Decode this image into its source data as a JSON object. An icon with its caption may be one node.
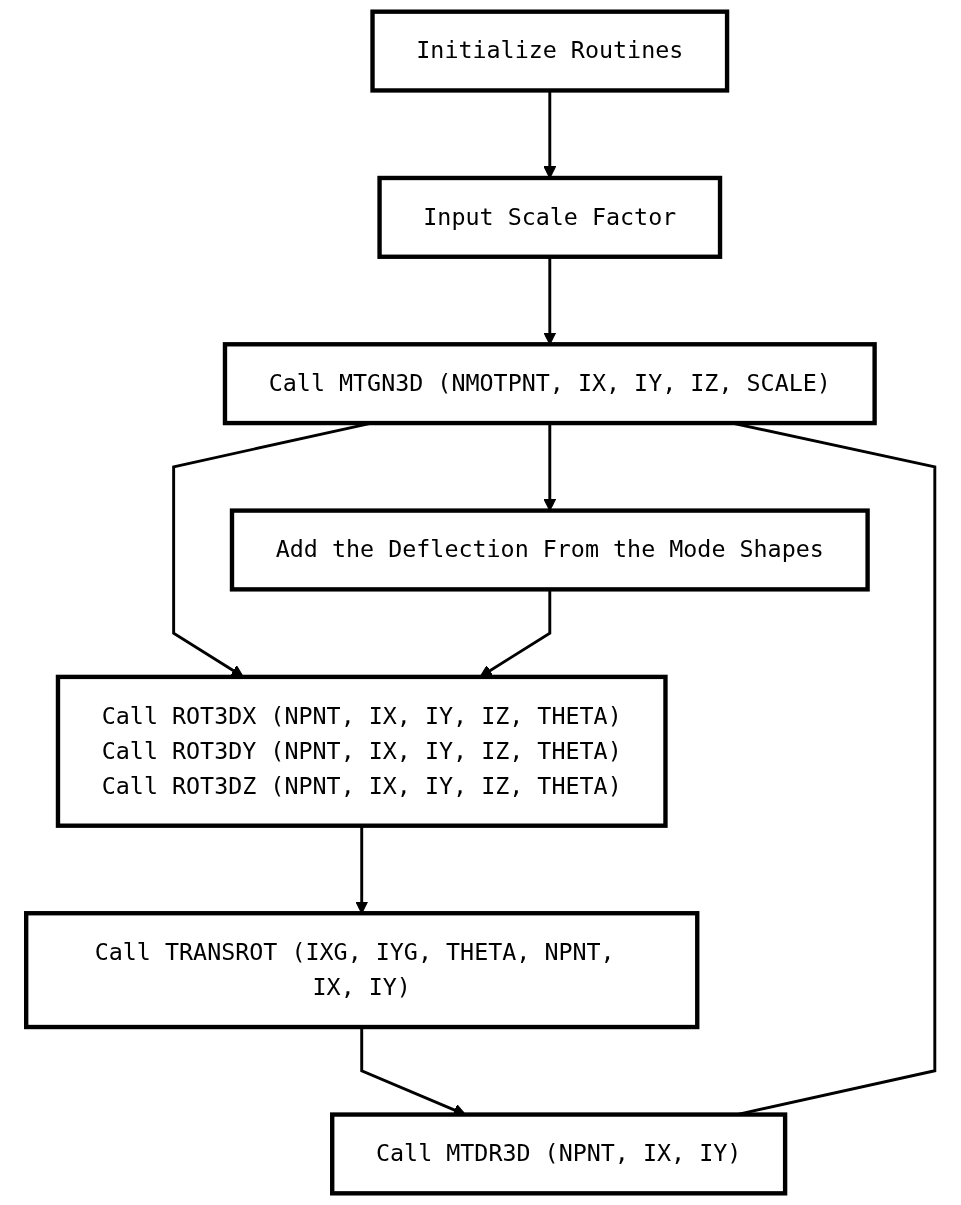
{
  "diagram": {
    "nodes": [
      {
        "text": [
          "Initialize Routines"
        ]
      },
      {
        "text": [
          "Input Scale Factor"
        ]
      },
      {
        "text": [
          "Call MTGN3D (NMOTPNT, IX, IY, IZ, SCALE)"
        ]
      },
      {
        "text": [
          "Call ROT3DX (NPNT, IX, IY, IZ, THETA)",
          "Call ROT3DY (NPNT, IX, IY, IZ, THETA)",
          "Call ROT3DZ (NPNT, IX, IY, IZ, THETA)"
        ]
      },
      {
        "text": [
          "Add the Deflection From the Mode Shapes"
        ]
      },
      {
        "text": [
          "Call TRANSROT (IXG, IYG, THETA, NPNT, IX, IY)"
        ]
      },
      {
        "text": [
          "Call MTDR3D (NPNT, IX, IY)"
        ]
      }
    ],
    "edges": [
      {
        "from": 0,
        "to": 1,
        "arrow": "to"
      },
      {
        "from": 1,
        "to": 2,
        "arrow": "to"
      },
      {
        "from": 2,
        "to": 3,
        "arrow": "to"
      },
      {
        "from": 2,
        "to": 4,
        "arrow": "to"
      },
      {
        "from": 4,
        "to": 3,
        "arrow": "to"
      },
      {
        "from": 3,
        "to": 5,
        "arrow": "to"
      },
      {
        "from": 5,
        "to": 6,
        "arrow": "to"
      },
      {
        "from": 6,
        "to": 2,
        "arrow": "none"
      }
    ]
  }
}
